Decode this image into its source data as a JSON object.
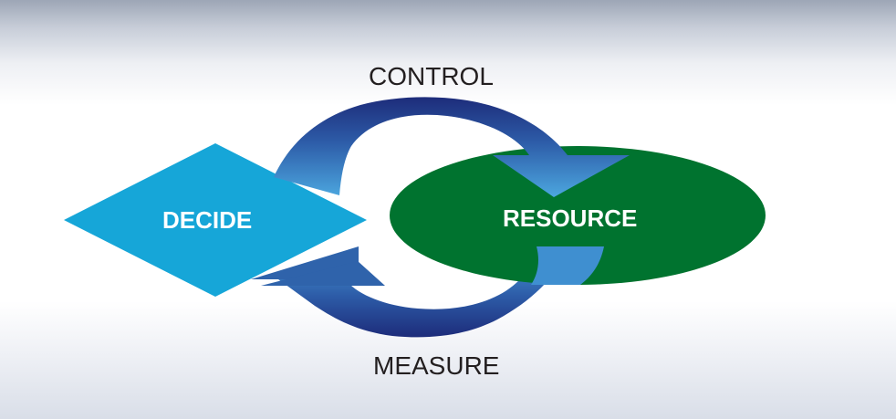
{
  "labels": {
    "top": "CONTROL",
    "bottom": "MEASURE"
  },
  "nodes": {
    "decide": "DECIDE",
    "resource": "RESOURCE"
  },
  "colors": {
    "decide_fill": "#16a6d8",
    "resource_fill": "#00732f",
    "arrow_dark": "#1d2c7a",
    "arrow_light": "#4ca7df",
    "text_dark": "#231f20",
    "text_light": "#ffffff"
  },
  "icons": {
    "top_arrow": "curved-arrow-right-icon",
    "bottom_arrow": "curved-arrow-left-icon"
  }
}
